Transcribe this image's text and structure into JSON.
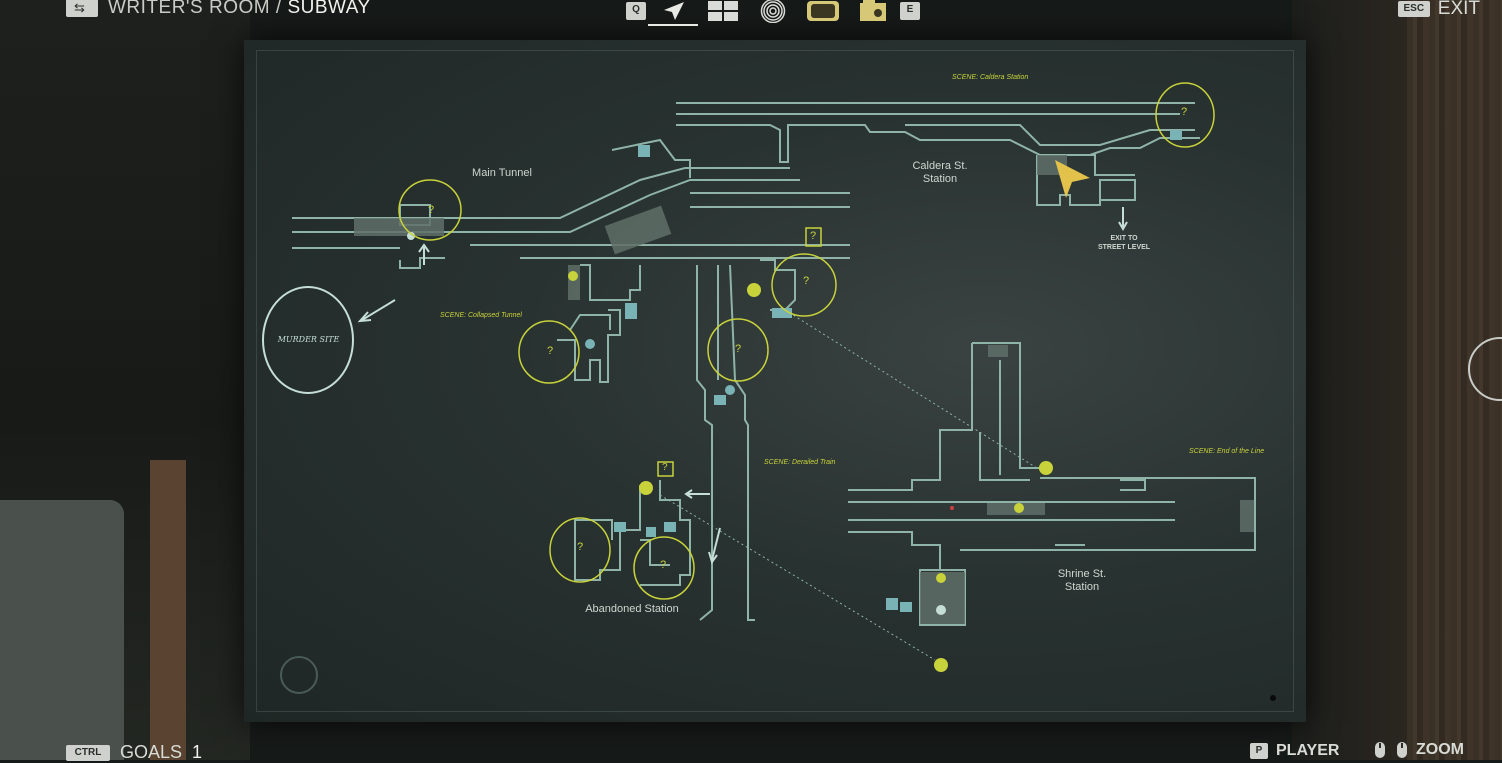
{
  "header": {
    "breadcrumb_root": "WRITER'S ROOM",
    "breadcrumb_separator": "/",
    "breadcrumb_current": "SUBWAY",
    "tab_prev_key": "Q",
    "tab_next_key": "E",
    "tabs": [
      {
        "icon": "navigation-arrow-icon",
        "active": true
      },
      {
        "icon": "map-grid-icon",
        "active": false
      },
      {
        "icon": "fingerprint-icon",
        "active": false
      },
      {
        "icon": "tv-icon",
        "active": false
      },
      {
        "icon": "radio-icon",
        "active": false
      }
    ],
    "exit_key": "ESC",
    "exit_label": "EXIT"
  },
  "footer": {
    "goals_key": "CTRL",
    "goals_label": "GOALS",
    "goals_count": "1",
    "player_key": "P",
    "player_label": "PLAYER",
    "zoom_icon": "mouse-icon",
    "zoom_label": "ZOOM"
  },
  "map": {
    "labels": {
      "main_tunnel": "Main Tunnel",
      "caldera_station": "Caldera St.\nStation",
      "exit_street": "EXIT TO\nSTREET LEVEL",
      "murder_site": "MURDER SITE",
      "abandoned_station": "Abandoned Station",
      "shrine_station": "Shrine St.\nStation"
    },
    "scenes": {
      "caldera": "SCENE: Caldera Station",
      "collapsed": "SCENE: Collapsed Tunnel",
      "derailed": "SCENE: Derailed Train",
      "end_of_line": "SCENE: End of the Line"
    },
    "unknown_marker": "?",
    "colors": {
      "outline": "#8fb3a6",
      "highlight": "#c8d23a",
      "player_arrow": "#e2c24a",
      "hand_ink": "#c5ded6"
    }
  }
}
